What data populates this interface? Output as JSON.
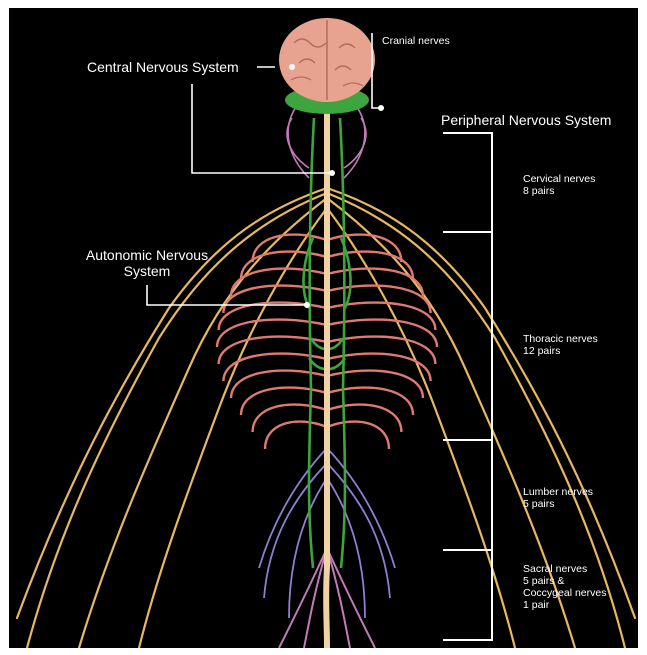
{
  "labels": {
    "cranial_nerves": "Cranial nerves",
    "central_nervous_system": "Central Nervous System",
    "peripheral_nervous_system": "Peripheral Nervous System",
    "autonomic_line1": "Autonomic Nervous",
    "autonomic_line2": "System",
    "cervical_name": "Cervical nerves",
    "cervical_count": "8 pairs",
    "thoracic_name": "Thoracic nerves",
    "thoracic_count": "12 pairs",
    "lumbar_name": "Lumber nerves",
    "lumbar_count": "5 pairs",
    "sacral_name": "Sacral nerves",
    "sacral_count": "5 pairs &",
    "coccygeal_name": "Coccygeal nerves",
    "coccygeal_count": "1 pair"
  },
  "colors": {
    "background": "#000000",
    "brain": "#e8a390",
    "spinal_cord": "#f0d2a4",
    "peripheral_nerves": "#e8b860",
    "rib_nerves": "#e07a70",
    "autonomic": "#3ea43e",
    "lumbar_nerves": "#8f7fd0",
    "sacral_nerves": "#c27ab8",
    "leader_lines": "#ffffff"
  }
}
